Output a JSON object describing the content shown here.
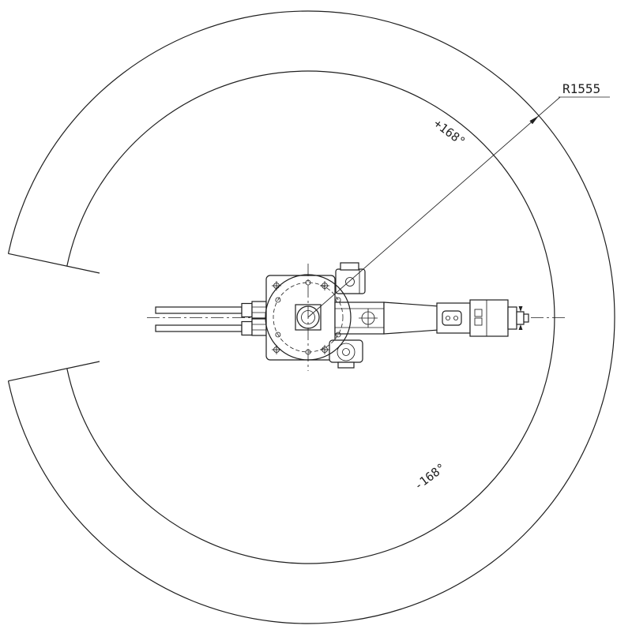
{
  "drawing": {
    "annotations": {
      "radius_label": "R1555",
      "angle_positive_label": "+168°",
      "angle_negative_label": "-168°"
    },
    "specs": {
      "working_radius_mm": 1555,
      "rotation_limit_positive_deg": 168,
      "rotation_limit_negative_deg": -168
    },
    "colors": {
      "line": "#1f1f1f",
      "background": "#ffffff"
    }
  }
}
